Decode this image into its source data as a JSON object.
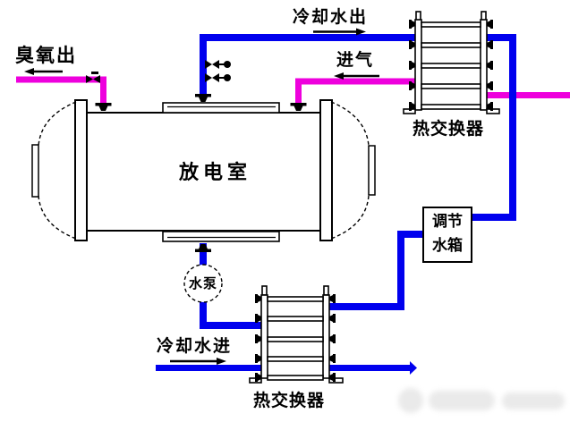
{
  "labels": {
    "ozone_out": "臭氧出",
    "cooling_water_out": "冷却水出",
    "gas_in": "进气",
    "heat_exchanger_top": "热交换器",
    "discharge_chamber": "放电室",
    "water_pump": "水泵",
    "regulating_tank": "调节水箱",
    "regulating_tank_line1": "调节",
    "regulating_tank_line2": "水箱",
    "cooling_water_in": "冷却水进",
    "heat_exchanger_bottom": "热交换器"
  },
  "flow_directions": {
    "ozone_out": "left",
    "cooling_water_out": "right",
    "gas_in": "left",
    "cooling_water_in": "right"
  },
  "colors": {
    "water_pipe_blue": "#0000ee",
    "gas_pipe_magenta": "#ee00dd",
    "outline_black": "#000000",
    "background": "#ffffff"
  }
}
